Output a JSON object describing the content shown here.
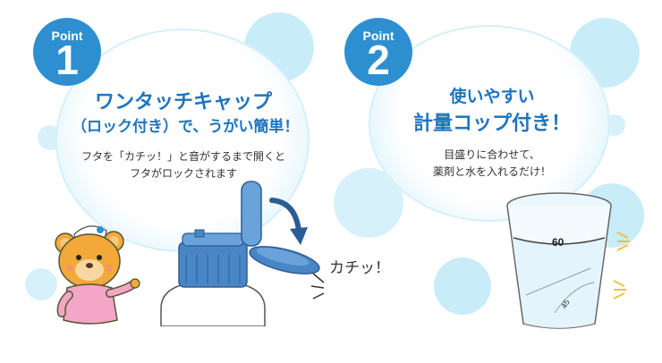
{
  "point1": {
    "badge_label": "Point",
    "badge_number": "1",
    "title_line1": "ワンタッチキャップ",
    "title_line2": "（ロック付き）で、うがい簡単！",
    "desc_line1": "フタを「カチッ！」と音がするまで開くと",
    "desc_line2": "フタがロックされます",
    "sound_text": "カチッ！"
  },
  "point2": {
    "badge_label": "Point",
    "badge_number": "2",
    "title_line1": "使いやすい",
    "title_line2": "計量コップ付き！",
    "desc_line1": "目盛りに合わせて、",
    "desc_line2": "薬剤と水を入れるだけ！",
    "cup_mark_60": "60",
    "cup_mark_45": "45"
  },
  "colors": {
    "accent_blue": "#2e8fd0",
    "title_blue": "#1e74c0",
    "cap_blue": "#4a86c6",
    "bubble_blue": "#c9ecf9"
  }
}
